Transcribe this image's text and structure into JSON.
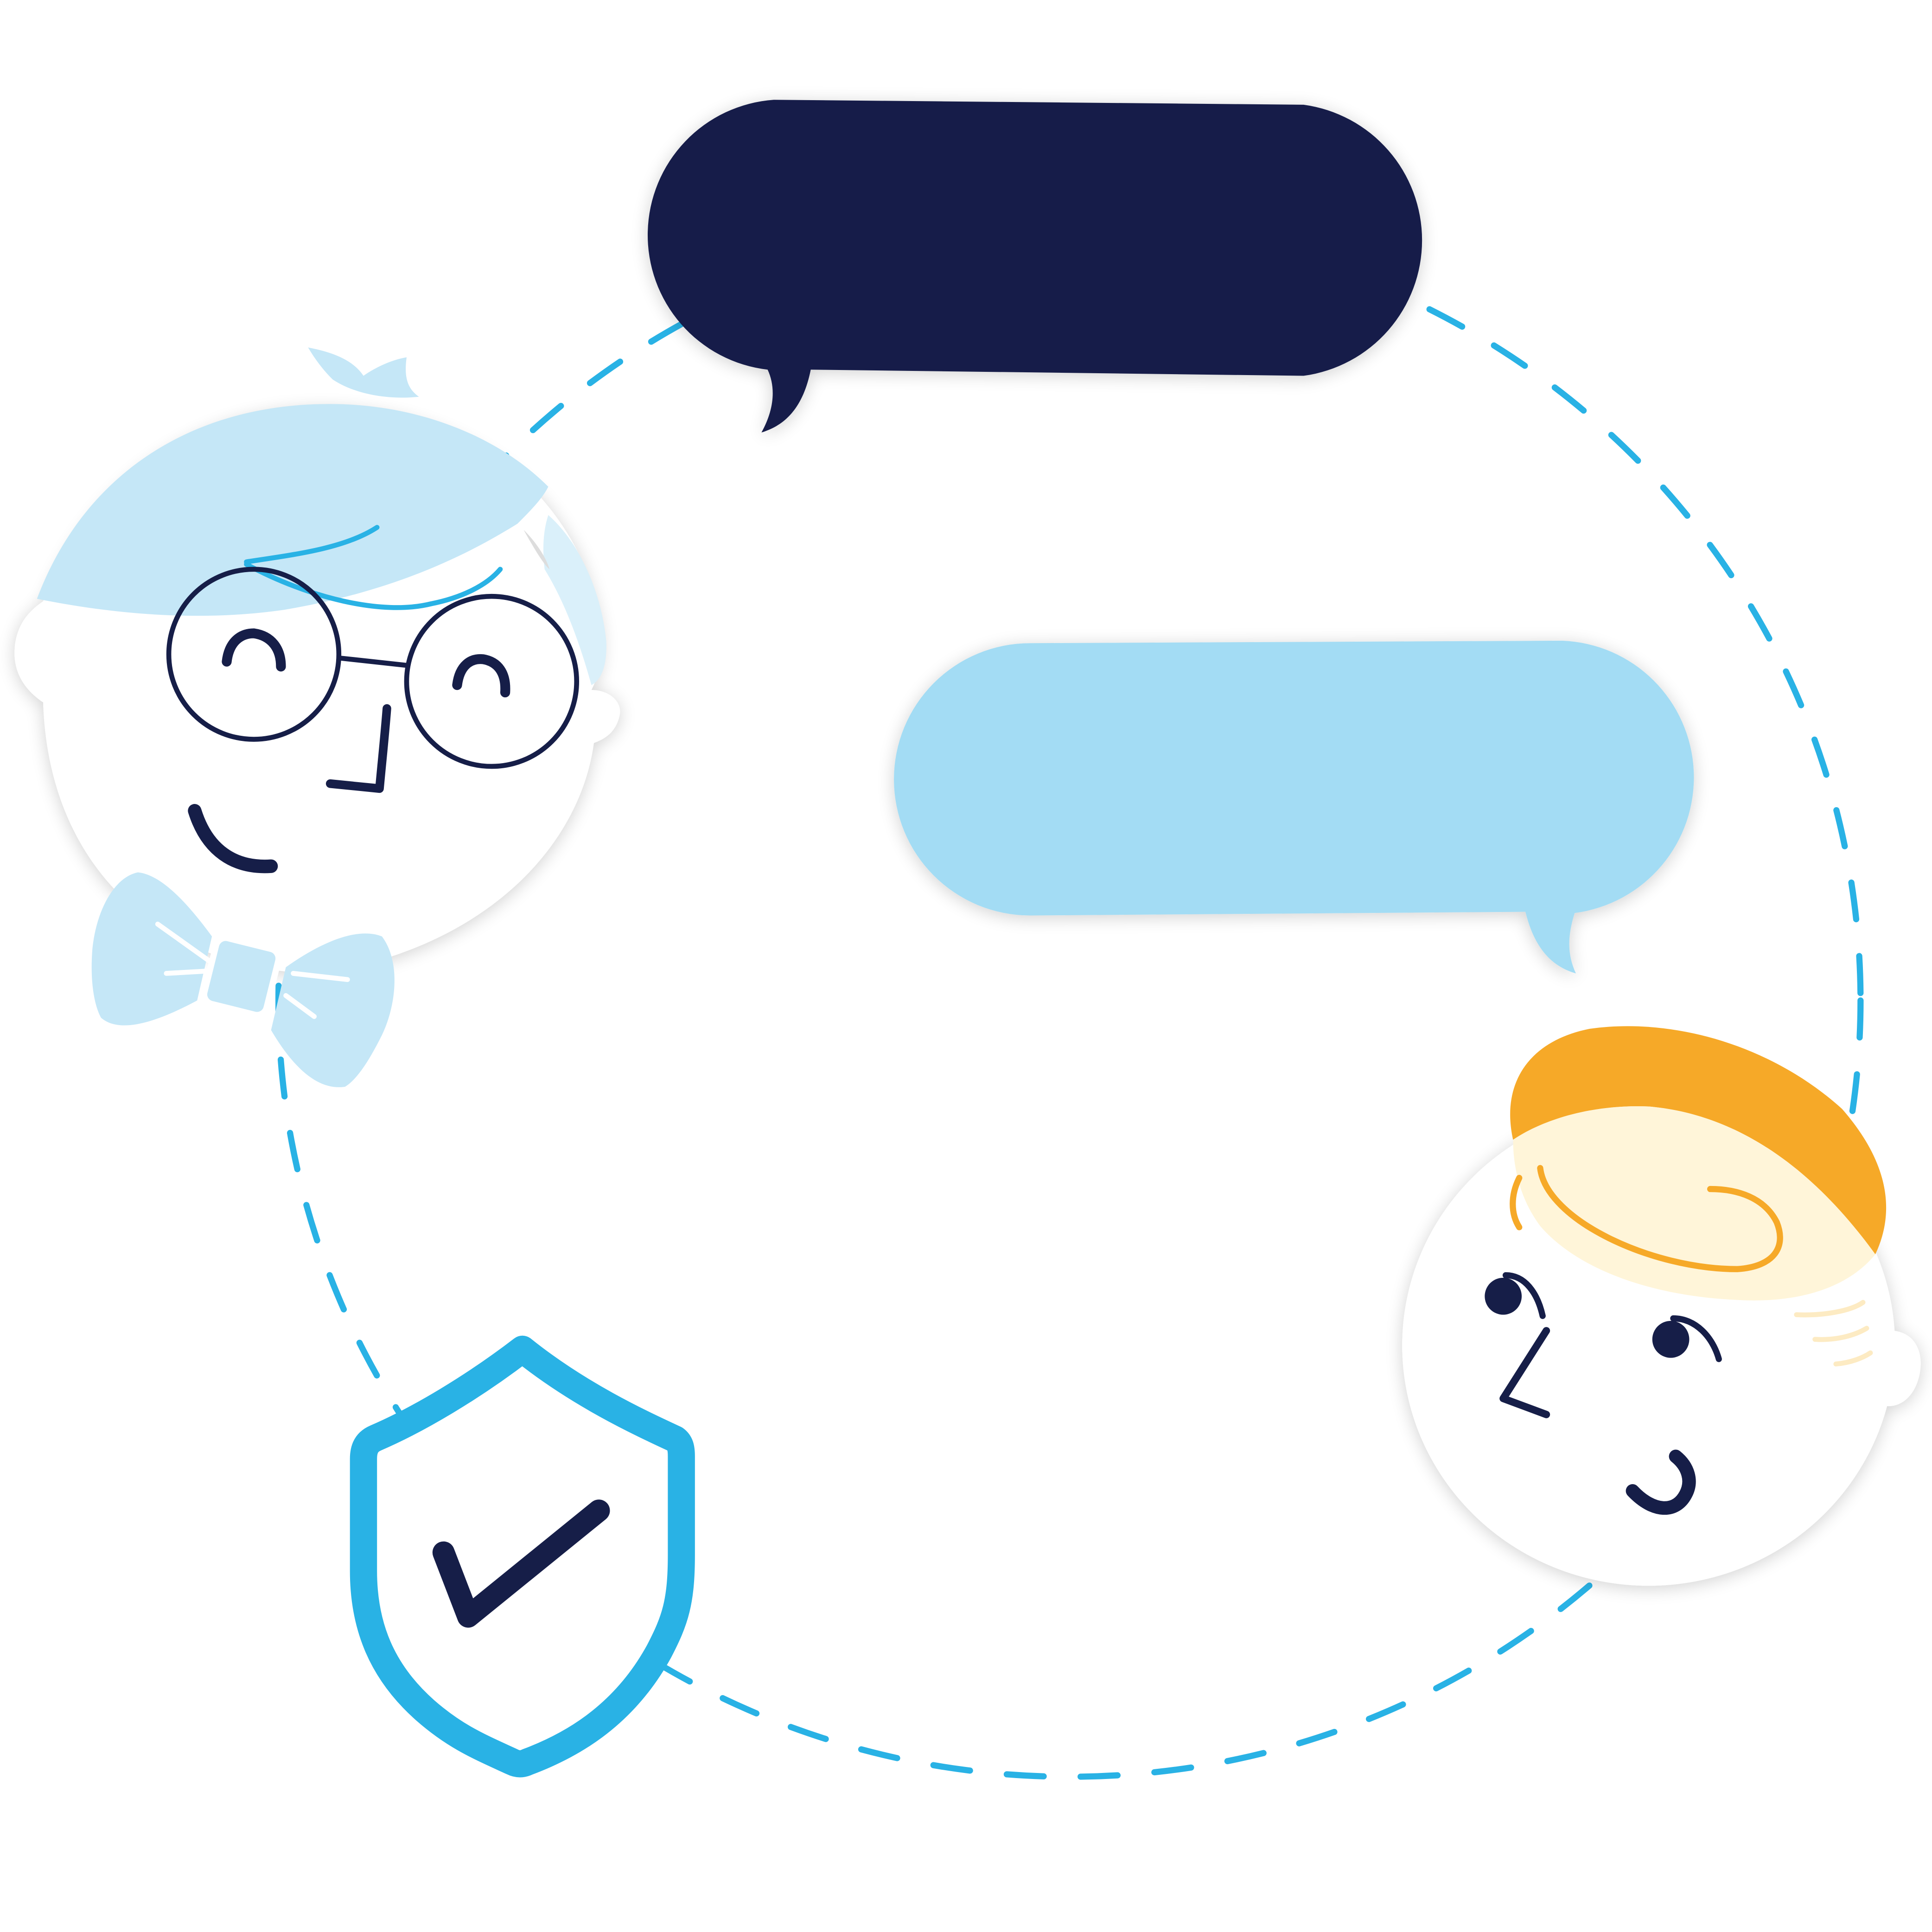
{
  "colors": {
    "background": "#ffffff",
    "navy": "#161e48",
    "sky_blue": "#a3dcf4",
    "dash_blue": "#29b2e5",
    "hair_blue": "#c5e7f7",
    "cap_orange": "#f6a928",
    "cap_cream": "#fff5d9",
    "face_white": "#ffffff"
  },
  "illustration": {
    "elements": [
      {
        "name": "dashed-orbit",
        "icon": "dashed-circle"
      },
      {
        "name": "speech-bubble-navy",
        "icon": "speech-bubble"
      },
      {
        "name": "speech-bubble-light-blue",
        "icon": "speech-bubble"
      },
      {
        "name": "character-glasses-bowtie",
        "icon": "avatar-face"
      },
      {
        "name": "character-orange-cap",
        "icon": "avatar-face"
      },
      {
        "name": "shield-check",
        "icon": "shield-check-icon"
      }
    ]
  }
}
